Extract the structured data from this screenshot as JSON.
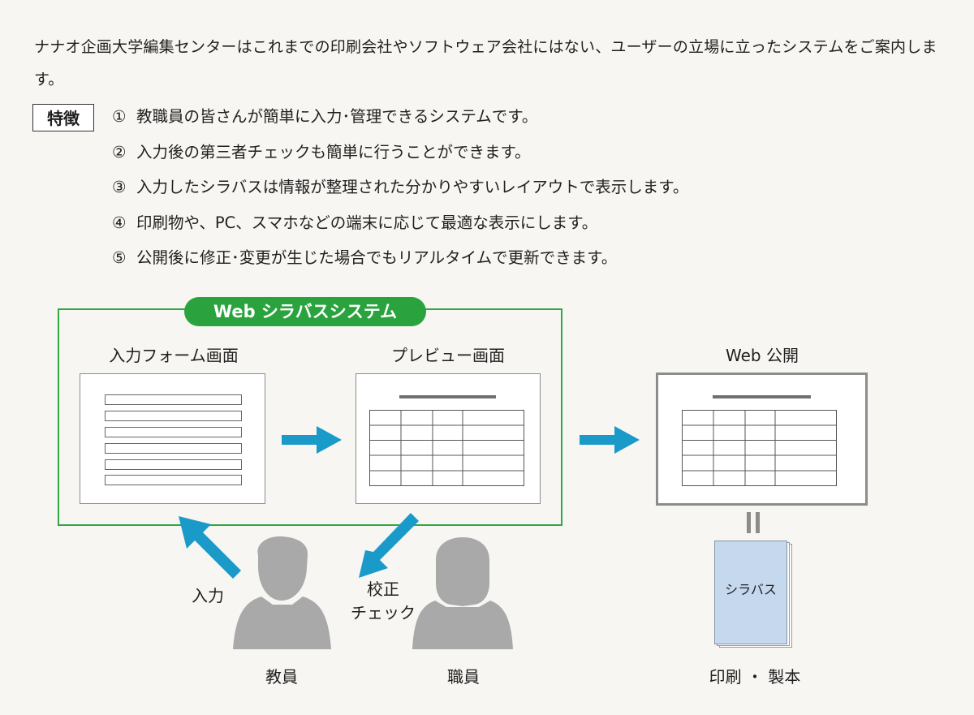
{
  "intro": "ナナオ企画大学編集センターはこれまでの印刷会社やソフトウェア会社にはない、ユーザーの立場に立ったシステムをご案内します。",
  "features": {
    "tag": "特徴",
    "items": [
      {
        "num": "①",
        "text": "教職員の皆さんが簡単に入力･管理できるシステムです。"
      },
      {
        "num": "②",
        "text": "入力後の第三者チェックも簡単に行うことができます。"
      },
      {
        "num": "③",
        "text": "入力したシラバスは情報が整理された分かりやすいレイアウトで表示します。"
      },
      {
        "num": "④",
        "text": "印刷物や、PC、スマホなどの端末に応じて最適な表示にします。"
      },
      {
        "num": "⑤",
        "text": "公開後に修正･変更が生じた場合でもリアルタイムで更新できます。"
      }
    ]
  },
  "diagram": {
    "system_label": "Web シラバスシステム",
    "input_screen_label": "入力フォーム画面",
    "preview_screen_label": "プレビュー画面",
    "web_label": "Web 公開",
    "input_action": "入力",
    "proof_action_line1": "校正",
    "proof_action_line2": "チェック",
    "teacher_label": "教員",
    "staff_label": "職員",
    "book_title": "シラバス",
    "print_label": "印刷 ・ 製本",
    "equals_symbol": "II",
    "arrow_color": "#1a9ac9",
    "system_color": "#2aa33f",
    "book_color": "#c6d8ee",
    "person_color": "#a9a9a9"
  }
}
